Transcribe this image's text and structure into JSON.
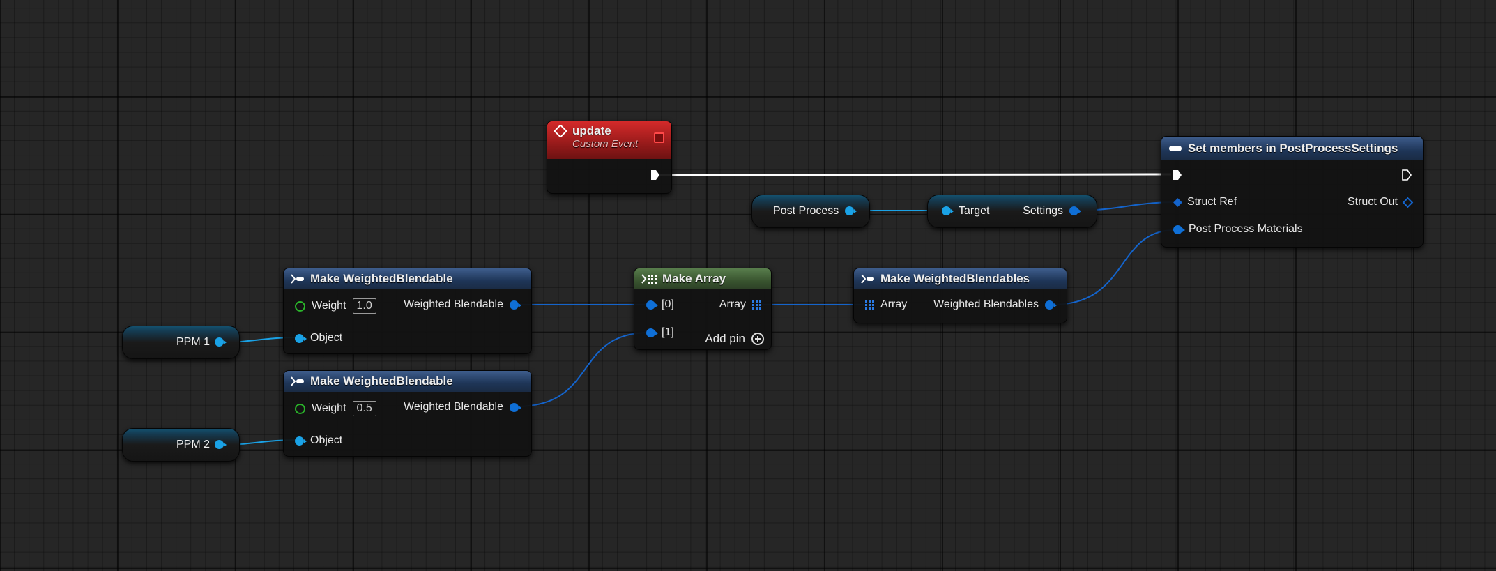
{
  "event_node": {
    "title": "update",
    "subtitle": "Custom Event"
  },
  "set_members_node": {
    "title": "Set members in PostProcessSettings",
    "struct_ref": "Struct Ref",
    "struct_out": "Struct Out",
    "post_process_materials": "Post Process Materials"
  },
  "post_process_var": {
    "label": "Post Process"
  },
  "break_node": {
    "target": "Target",
    "settings": "Settings"
  },
  "make_weighted_1": {
    "title": "Make WeightedBlendable",
    "weight_label": "Weight",
    "weight_value": "1.0",
    "object_label": "Object",
    "output_label": "Weighted Blendable"
  },
  "make_weighted_2": {
    "title": "Make WeightedBlendable",
    "weight_label": "Weight",
    "weight_value": "0.5",
    "object_label": "Object",
    "output_label": "Weighted Blendable"
  },
  "ppm1_var": {
    "label": "PPM 1"
  },
  "ppm2_var": {
    "label": "PPM 2"
  },
  "make_array_node": {
    "title": "Make Array",
    "pin0": "[0]",
    "pin1": "[1]",
    "array_label": "Array",
    "add_pin_label": "Add pin"
  },
  "make_blendables_node": {
    "title": "Make WeightedBlendables",
    "array_label": "Array",
    "output_label": "Weighted Blendables"
  },
  "colors": {
    "exec_wire": "#ffffff",
    "struct_wire": "#1464cc",
    "object_wire": "#1aa2e6",
    "event_header": "#b01e1e",
    "function_header": "#2a4670",
    "array_header": "#46663a"
  }
}
